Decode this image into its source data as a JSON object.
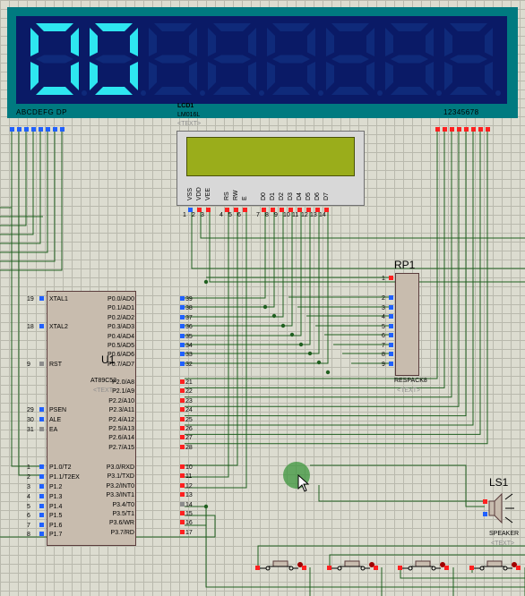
{
  "display": {
    "digits": [
      "0",
      "0",
      "",
      "",
      "",
      "",
      "",
      ""
    ],
    "seg_labels": "ABCDEFG DP",
    "digit_labels": "12345678",
    "color_on": "#2ee6f0",
    "color_off": "#0f2a7a"
  },
  "lcd": {
    "ref": "LCD1",
    "part": "LM016L",
    "text_tag": "<TEXT>",
    "pins": [
      "VSS",
      "VDD",
      "VEE",
      "RS",
      "RW",
      "E",
      "D0",
      "D1",
      "D2",
      "D3",
      "D4",
      "D5",
      "D6",
      "D7"
    ],
    "pin_numbers": [
      "1",
      "2",
      "3",
      "4",
      "5",
      "6",
      "7",
      "8",
      "9",
      "10",
      "11",
      "12",
      "13",
      "14"
    ]
  },
  "u1": {
    "ref": "U1",
    "part": "AT89C52",
    "text_tag": "<TEXT>",
    "left_pins": [
      {
        "num": "19",
        "name": "XTAL1"
      },
      {
        "num": "18",
        "name": "XTAL2"
      },
      {
        "num": "9",
        "name": "RST"
      },
      {
        "num": "29",
        "name": "PSEN"
      },
      {
        "num": "30",
        "name": "ALE"
      },
      {
        "num": "31",
        "name": "EA"
      },
      {
        "num": "1",
        "name": "P1.0/T2"
      },
      {
        "num": "2",
        "name": "P1.1/T2EX"
      },
      {
        "num": "3",
        "name": "P1.2"
      },
      {
        "num": "4",
        "name": "P1.3"
      },
      {
        "num": "5",
        "name": "P1.4"
      },
      {
        "num": "6",
        "name": "P1.5"
      },
      {
        "num": "7",
        "name": "P1.6"
      },
      {
        "num": "8",
        "name": "P1.7"
      }
    ],
    "right_pins": [
      {
        "num": "39",
        "name": "P0.0/AD0"
      },
      {
        "num": "38",
        "name": "P0.1/AD1"
      },
      {
        "num": "37",
        "name": "P0.2/AD2"
      },
      {
        "num": "36",
        "name": "P0.3/AD3"
      },
      {
        "num": "35",
        "name": "P0.4/AD4"
      },
      {
        "num": "34",
        "name": "P0.5/AD5"
      },
      {
        "num": "33",
        "name": "P0.6/AD6"
      },
      {
        "num": "32",
        "name": "P0.7/AD7"
      },
      {
        "num": "21",
        "name": "P2.0/A8"
      },
      {
        "num": "22",
        "name": "P2.1/A9"
      },
      {
        "num": "23",
        "name": "P2.2/A10"
      },
      {
        "num": "24",
        "name": "P2.3/A11"
      },
      {
        "num": "25",
        "name": "P2.4/A12"
      },
      {
        "num": "26",
        "name": "P2.5/A13"
      },
      {
        "num": "27",
        "name": "P2.6/A14"
      },
      {
        "num": "28",
        "name": "P2.7/A15"
      },
      {
        "num": "10",
        "name": "P3.0/RXD"
      },
      {
        "num": "11",
        "name": "P3.1/TXD"
      },
      {
        "num": "12",
        "name": "P3.2/INT0"
      },
      {
        "num": "13",
        "name": "P3.3/INT1"
      },
      {
        "num": "14",
        "name": "P3.4/T0"
      },
      {
        "num": "15",
        "name": "P3.5/T1"
      },
      {
        "num": "16",
        "name": "P3.6/WR"
      },
      {
        "num": "17",
        "name": "P3.7/RD"
      }
    ]
  },
  "rp1": {
    "ref": "RP1",
    "part": "RESPACK8",
    "text_tag": "<TEXT>",
    "pins": [
      "1",
      "2",
      "3",
      "4",
      "5",
      "6",
      "7",
      "8",
      "9"
    ]
  },
  "ls1": {
    "ref": "LS1",
    "part": "SPEAKER",
    "text_tag": "<TEXT>"
  },
  "colors": {
    "wire": "#1f5f1f",
    "pin_blue": "#2060ff",
    "pin_red": "#ff2020",
    "component_fill": "#c8bcae",
    "component_border": "#5a3c3c"
  }
}
